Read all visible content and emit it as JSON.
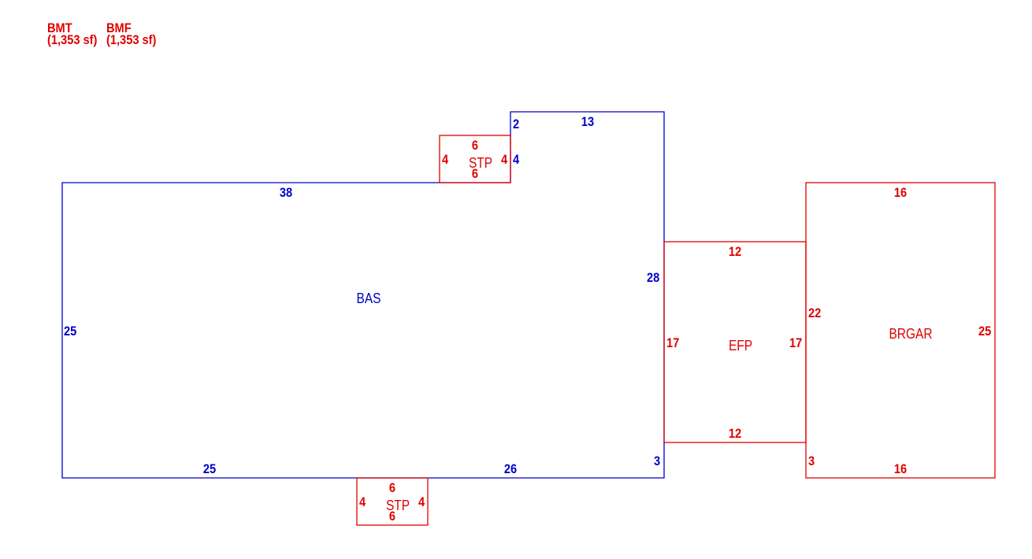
{
  "colors": {
    "base_area": "#0000cc",
    "addition": "#e00000",
    "background": "#ffffff"
  },
  "legend": [
    {
      "code": "BMT",
      "area": "(1,353 sf)"
    },
    {
      "code": "BMF",
      "area": "(1,353 sf)"
    }
  ],
  "areas": {
    "bas": {
      "label": "BAS",
      "dims": {
        "top_left": "38",
        "notch_left": "2",
        "notch_top": "13",
        "notch_right": "4",
        "right": "28",
        "right_bottom": "3",
        "bottom_right": "26",
        "bottom_left": "25",
        "left": "25"
      }
    },
    "stp_top": {
      "label": "STP",
      "dims": {
        "top": "6",
        "bottom": "6",
        "left": "4",
        "right": "4"
      }
    },
    "stp_bottom": {
      "label": "STP",
      "dims": {
        "top": "6",
        "bottom": "6",
        "left": "4",
        "right": "4"
      }
    },
    "efp": {
      "label": "EFP",
      "dims": {
        "top": "12",
        "bottom": "12",
        "left": "17",
        "right": "17"
      }
    },
    "brgar": {
      "label": "BRGAR",
      "dims": {
        "top": "16",
        "bottom": "16",
        "left": "22",
        "left_bottom": "3",
        "right": "25"
      }
    }
  }
}
